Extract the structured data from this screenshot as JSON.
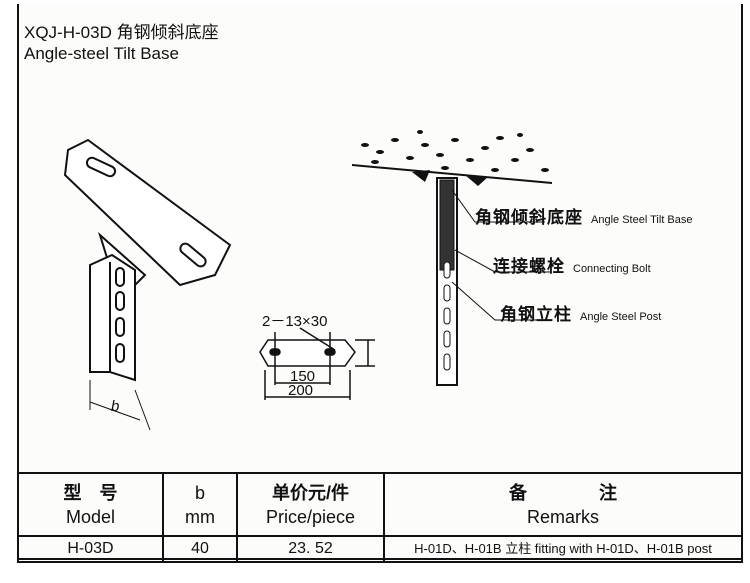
{
  "title": {
    "code_cn": "XQJ-H-03D 角钢倾斜底座",
    "en": "Angle-steel Tilt Base"
  },
  "drawing": {
    "dimension_b": "b",
    "hole_spec": "2－13×30",
    "dim_150": "150",
    "dim_200": "200",
    "labels": [
      {
        "cn": "角钢倾斜底座",
        "en": "Angle Steel Tilt Base"
      },
      {
        "cn": "连接螺栓",
        "en": "Connecting Bolt"
      },
      {
        "cn": "角钢立柱",
        "en": "Angle Steel Post"
      }
    ]
  },
  "table": {
    "headers": [
      {
        "cn": "型　号",
        "en": "Model"
      },
      {
        "cn": "b",
        "en": "mm"
      },
      {
        "cn": "单价元/件",
        "en": "Price/piece"
      },
      {
        "cn": "备　　　　注",
        "en": "Remarks"
      }
    ],
    "rows": [
      [
        "H-03D",
        "40",
        "23. 52",
        "H-01D、H-01B 立柱 fitting with H-01D、H-01B post"
      ]
    ]
  }
}
